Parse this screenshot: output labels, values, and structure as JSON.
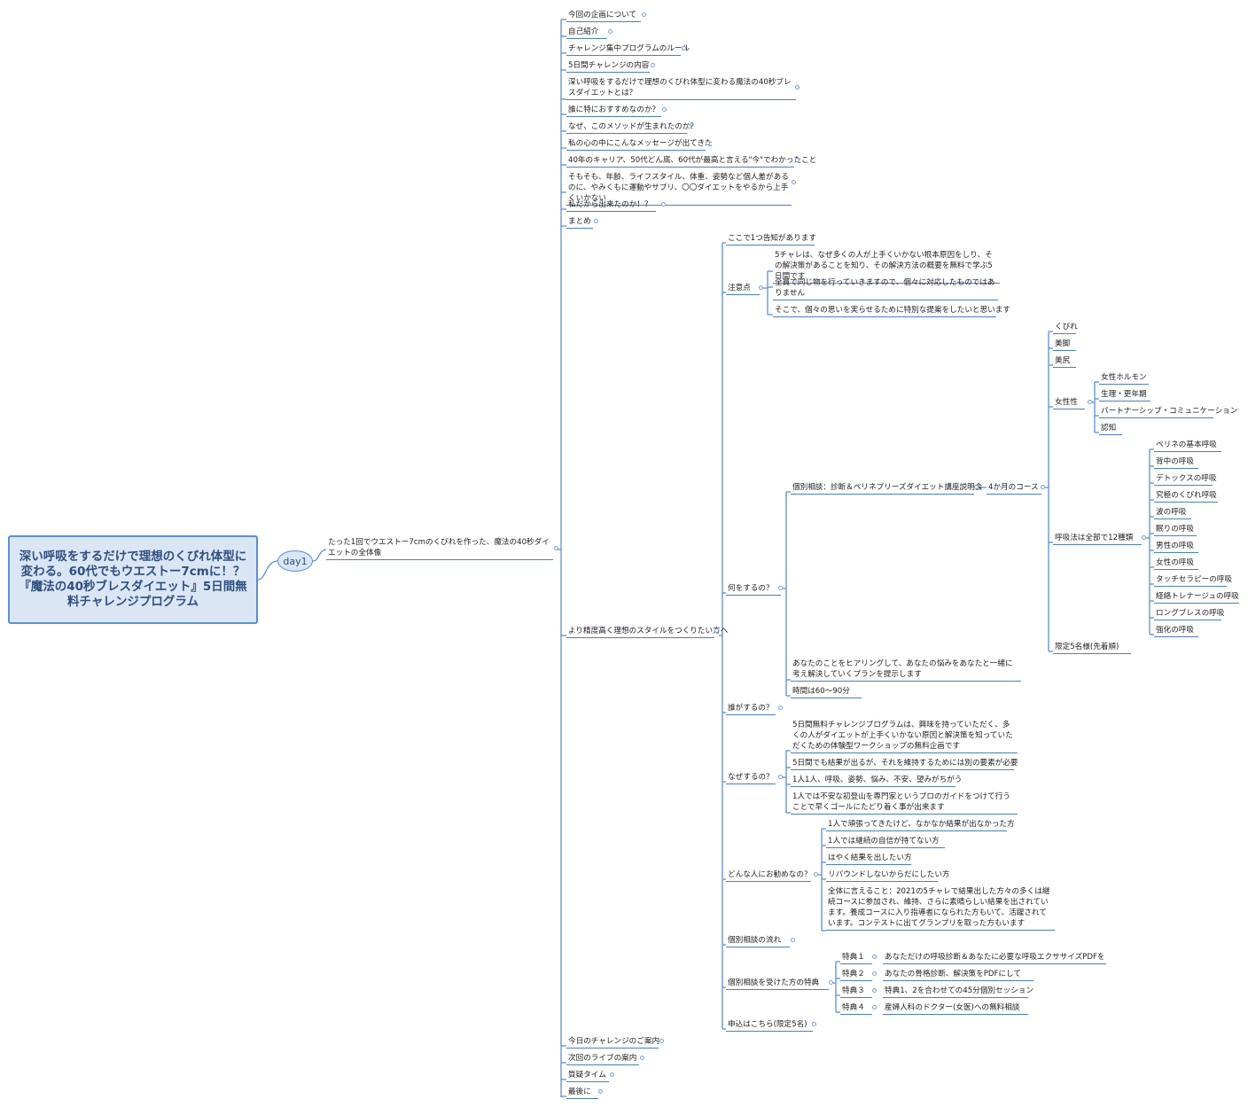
{
  "root": {
    "title": "深い呼吸をするだけで理想のくびれ体型に変わる。60代でもウエストー7cmに！？『魔法の40秒ブレスダイエット』5日間無料チャレンジプログラム"
  },
  "day": {
    "label": "day1"
  },
  "overview": {
    "label": "たった1回でウエストー7cmのくびれを作った、魔法の40秒ダイエットの全体像"
  },
  "top_items": [
    "今回の企画について",
    "自己紹介",
    "チャレンジ集中プログラムのルール",
    "5日間チャレンジの内容",
    "深い呼吸をするだけで理想のくびれ体型に変わる魔法の40秒ブレスダイエットとは？",
    "誰に特におすすめなのか？",
    "なぜ、このメソッドが生まれたのか？",
    "私の心の中にこんなメッセージが出てきた",
    "40年のキャリア、50代どん底、60代が最高と言える\"今\"でわかったこと",
    "そもそも、年齢、ライフスタイル、体重、姿勢など個人差があるのに、やみくもに運動やサプリ、〇〇ダイエットをやるから上手くいかない",
    "私だから出来たのか！？",
    "まとめ"
  ],
  "precision": {
    "label": "より精度高く理想のスタイルをつくりたい方へ",
    "announce": "ここで1つ告知があります",
    "caution": {
      "label": "注意点",
      "items": [
        "5チャレは、なぜ多くの人が上手くいかない根本原因をしり、その解決策があることを知り、その解決方法の概要を無料で学ぶ5日間です",
        "全員で同じ物を行っていきますので、個々に対応したものではありません",
        "そこで、個々の思いを実らせるために特別な提案をしたいと思います"
      ]
    },
    "what": {
      "label": "何をするの？",
      "consult": "個別相談：診断＆ペリネブリーズダイエット講座説明会",
      "course": "4か月のコース",
      "course_items": [
        "くびれ",
        "美脚",
        "美尻"
      ],
      "feminine": {
        "label": "女性性",
        "items": [
          "女性ホルモン",
          "生理・更年期",
          "パートナーシップ・コミュニケーション",
          "認知"
        ]
      },
      "breath": {
        "label": "呼吸法は全部で12種類",
        "items": [
          "ペリネの基本呼吸",
          "背中の呼吸",
          "デトックスの呼吸",
          "究極のくびれ呼吸",
          "波の呼吸",
          "眠りの呼吸",
          "男性の呼吸",
          "女性の呼吸",
          "タッチセラピーの呼吸",
          "経絡トレナージュの呼吸",
          "ロングブレスの呼吸",
          "強化の呼吸"
        ]
      },
      "limited": "限定5名様(先着順)",
      "hearing": "あなたのことをヒアリングして、あなたの悩みをあなたと一緒に考え解決していくプランを提示します",
      "time": "時間は60〜90分"
    },
    "who": {
      "label": "誰がするの？"
    },
    "why": {
      "label": "なぜするの？",
      "items": [
        "5日間無料チャレンジプログラムは、興味を持っていただく、多くの人がダイエットが上手くいかない原因と解決策を知っていただくための体験型ワークショップの無料企画です",
        "5日間でも結果が出るが、それを維持するためには別の要素が必要",
        "1人1人、呼吸、姿勢、悩み、不安、望みがちがう",
        "1人では不安な初登山を専門家というプロのガイドをつけて行うことで早くゴールにたどり着く事が出来ます"
      ]
    },
    "recommend": {
      "label": "どんな人にお勧めなの？",
      "items": [
        "1人で頑張ってきたけど、なかなか結果が出なかった方",
        "1人では継続の自信が持てない方",
        "はやく結果を出したい方",
        "リバウンドしないからだにしたい方",
        "全体に言えること：2021の5チャレで結果出した方々の多くは継続コースに参加され、維持、さらに素晴らしい結果を出されています。養成コースに入り指導者になられた方もいて、活躍されています。コンテストに出てグランプリを取った方もいます"
      ]
    },
    "flow": {
      "label": "個別相談の流れ"
    },
    "benefits": {
      "label": "個別相談を受けた方の特典",
      "items": [
        {
          "name": "特典１",
          "desc": "あなただけの呼吸診断＆あなたに必要な呼吸エクササイズPDFを"
        },
        {
          "name": "特典２",
          "desc": "あなたの骨格診断、解決策をPDFにして"
        },
        {
          "name": "特典３",
          "desc": "特典1、2を合わせての45分個別セッション"
        },
        {
          "name": "特典４",
          "desc": "産婦人科のドクター(女医)への無料相談"
        }
      ]
    },
    "apply": {
      "label": "申込はこちら(限定5名)"
    }
  },
  "bottom_items": [
    "今日のチャレンジのご案内",
    "次回のライブの案内",
    "質疑タイム",
    "最後に"
  ]
}
